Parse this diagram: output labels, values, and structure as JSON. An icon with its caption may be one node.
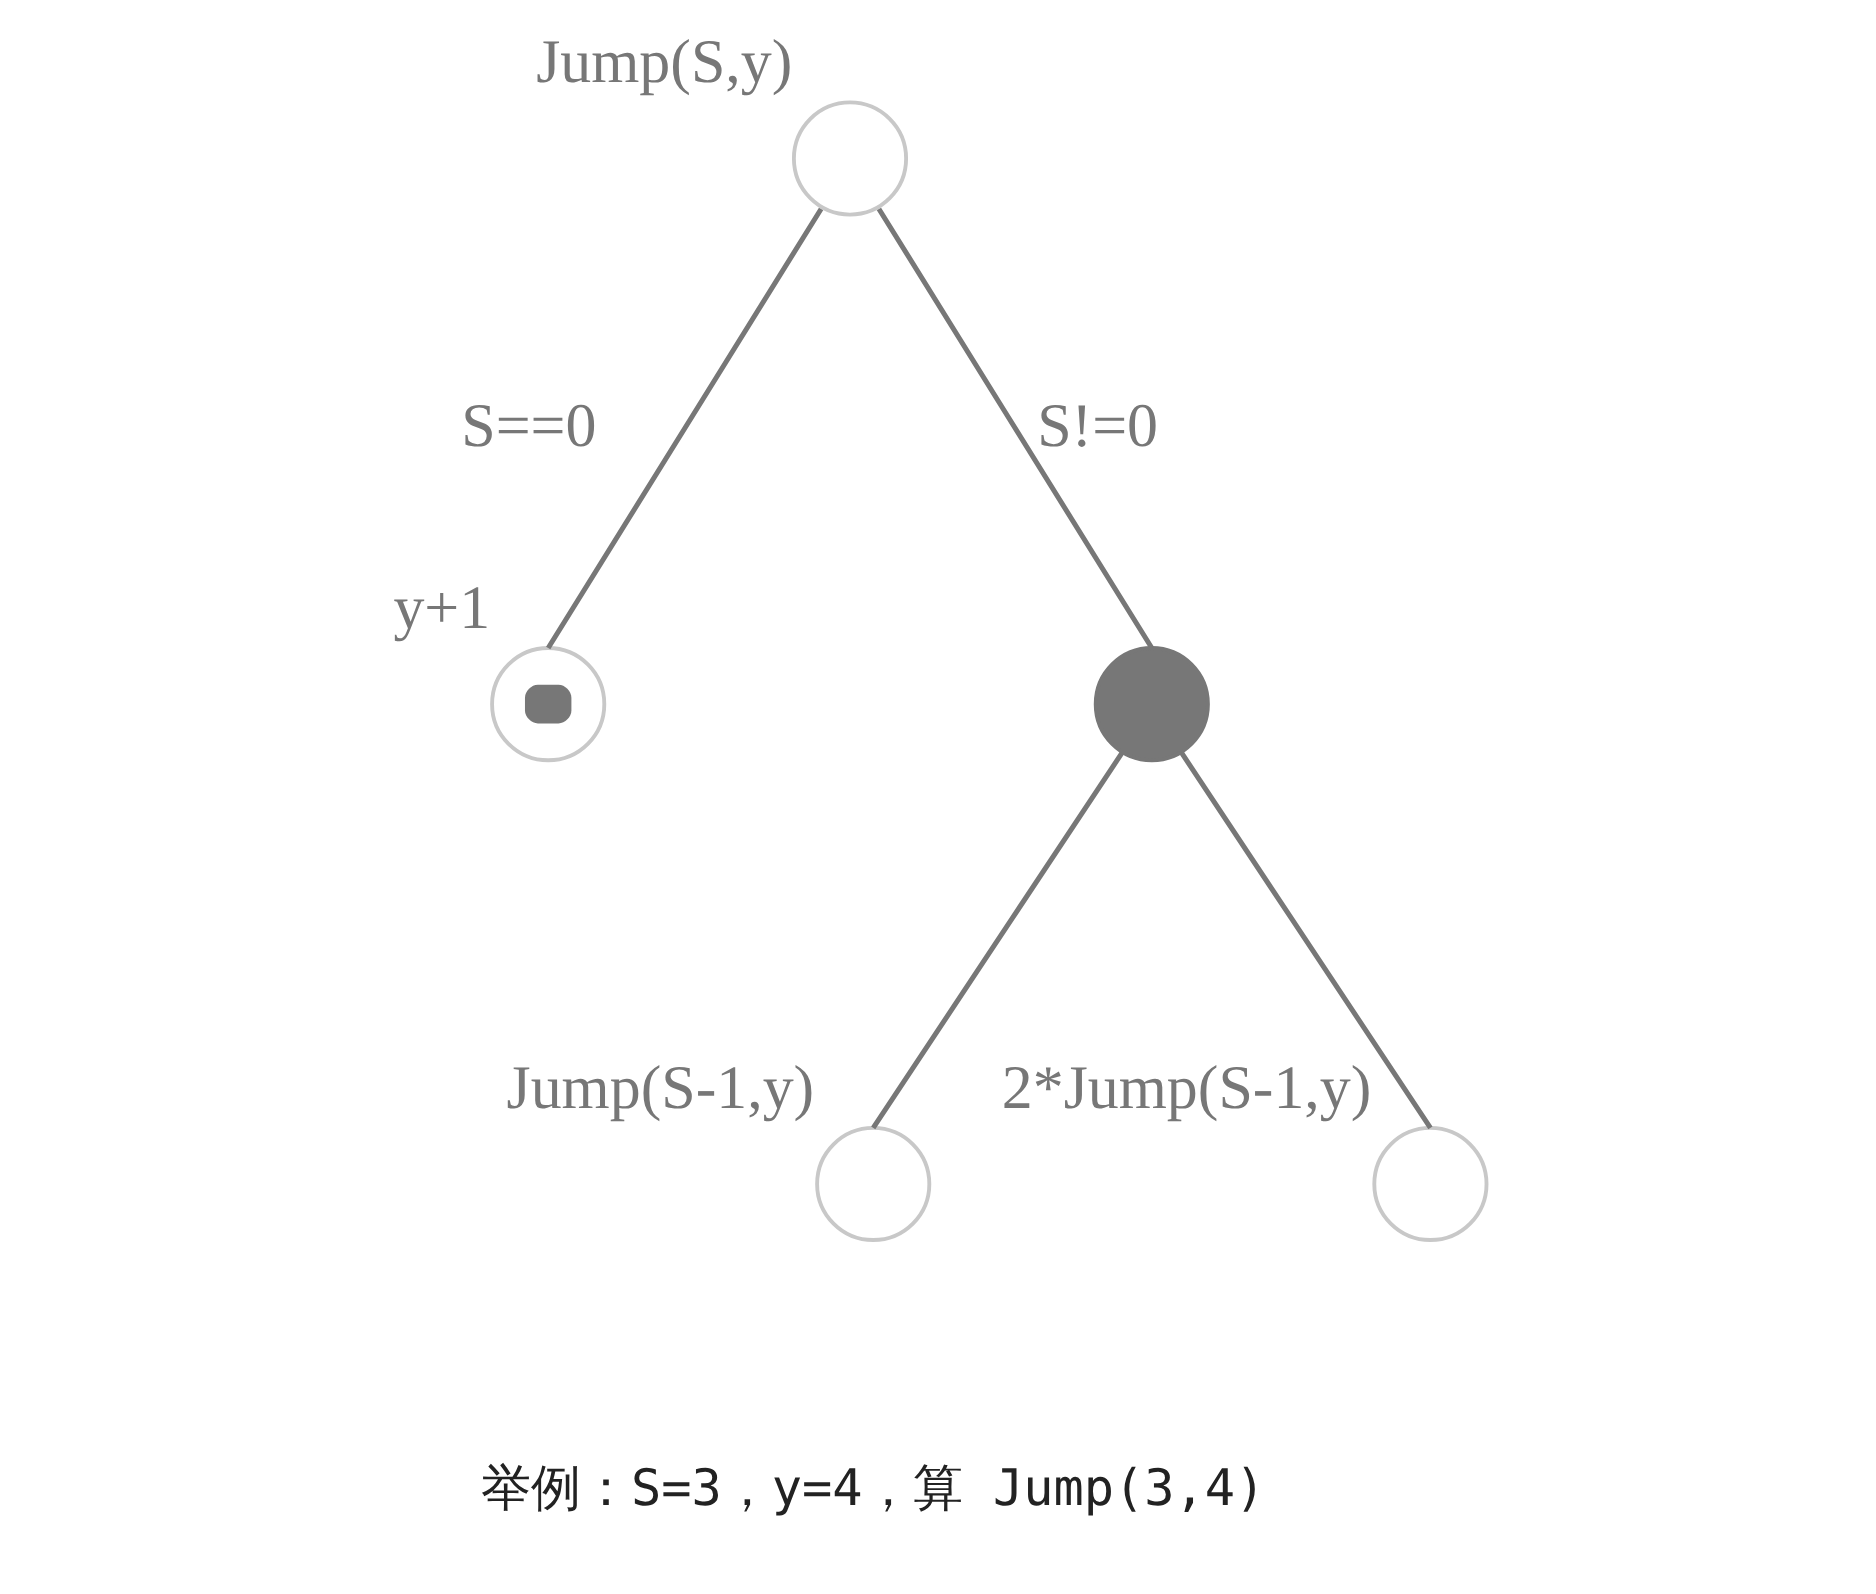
{
  "diagram": {
    "nodes": [
      {
        "text": [],
        "shape": "circle",
        "beside": [
          "Jump(S,y)"
        ]
      },
      {
        "text": [],
        "shape": "circle",
        "beside": [
          "y+1"
        ]
      },
      {
        "text": [],
        "shape": "circle"
      },
      {
        "text": [],
        "shape": "circle",
        "beside": [
          "Jump(S-1,y)"
        ]
      },
      {
        "text": [],
        "shape": "circle",
        "beside": [
          "2*Jump(S-1,y)"
        ]
      }
    ],
    "edges": [
      {
        "from": 0,
        "to": 1,
        "arrow": "none",
        "label": "S==0"
      },
      {
        "from": 0,
        "to": 2,
        "arrow": "none",
        "label": "S!=0"
      },
      {
        "from": 2,
        "to": 3,
        "arrow": "none"
      },
      {
        "from": 2,
        "to": 4,
        "arrow": "none"
      }
    ],
    "labels": [
      "举例：S=3，y=4，算 Jump(3,4)"
    ]
  }
}
